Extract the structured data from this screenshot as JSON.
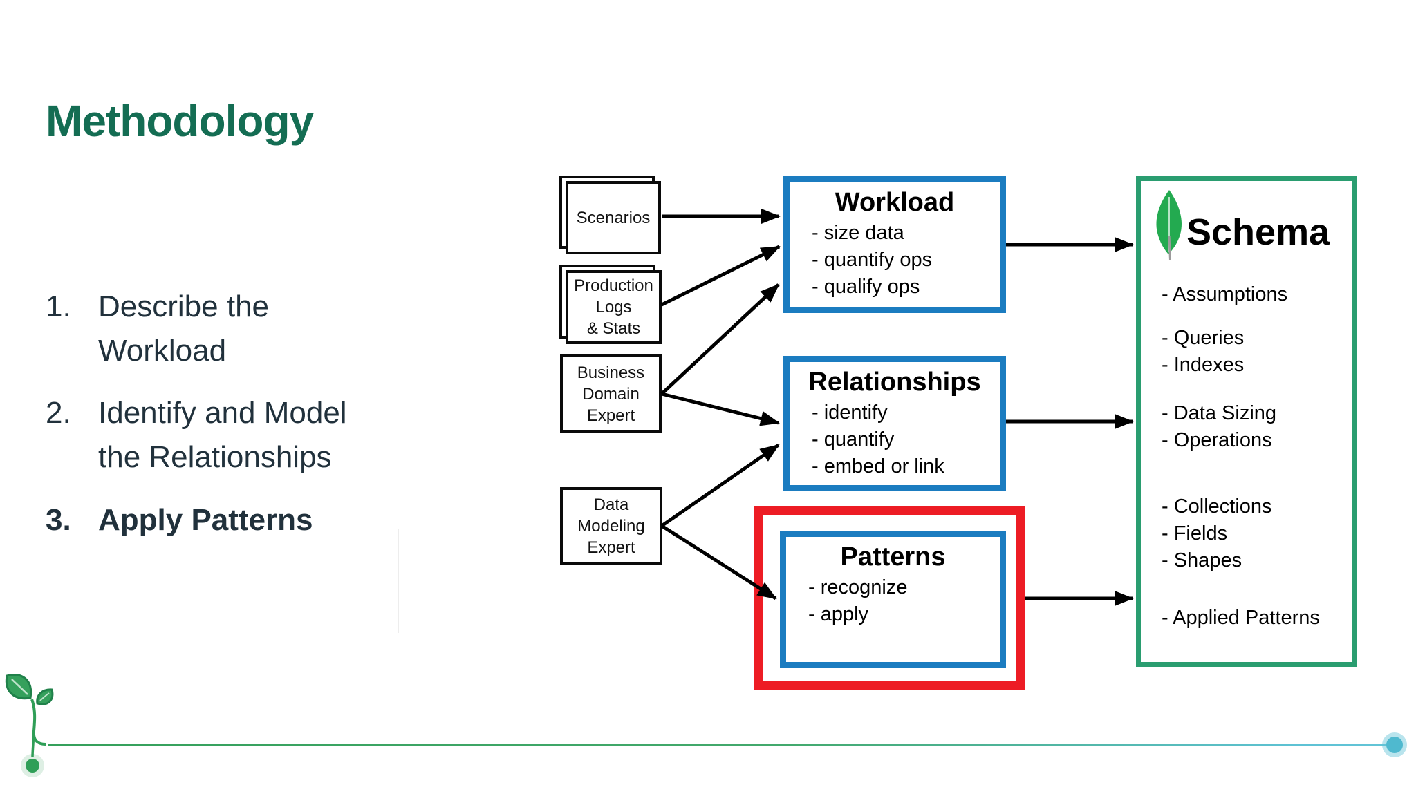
{
  "slide": {
    "title": "Methodology",
    "steps": [
      {
        "num": "1.",
        "lines": [
          "Describe the",
          "Workload"
        ]
      },
      {
        "num": "2.",
        "lines": [
          "Identify and Model",
          "the Relationships"
        ]
      },
      {
        "num": "3.",
        "lines": [
          "Apply Patterns"
        ]
      }
    ]
  },
  "diagram": {
    "inputs": {
      "scenarios": {
        "lines": [
          "Scenarios"
        ]
      },
      "production": {
        "lines": [
          "Production",
          "Logs",
          "& Stats"
        ]
      },
      "business": {
        "lines": [
          "Business",
          "Domain",
          "Expert"
        ]
      },
      "data_modeling": {
        "lines": [
          "Data",
          "Modeling",
          "Expert"
        ]
      }
    },
    "workload": {
      "title": "Workload",
      "items": [
        "- size data",
        "- quantify ops",
        "- qualify ops"
      ]
    },
    "relationships": {
      "title": "Relationships",
      "items": [
        "- identify",
        "- quantify",
        "- embed or link"
      ]
    },
    "patterns": {
      "title": "Patterns",
      "items": [
        "- recognize",
        "- apply"
      ],
      "highlighted": true
    },
    "schema": {
      "title": "Schema",
      "icon": "mongodb-leaf-icon",
      "groups": [
        [
          "- Assumptions"
        ],
        [
          "- Queries",
          "- Indexes"
        ],
        [
          "- Data Sizing",
          "- Operations"
        ],
        [
          "- Collections",
          "- Fields",
          "- Shapes"
        ],
        [
          "- Applied Patterns"
        ]
      ]
    }
  },
  "colors": {
    "title_green": "#146d53",
    "text_dark": "#21313c",
    "process_blue": "#1b7cc0",
    "highlight_red": "#ed1c24",
    "schema_green": "#2a9d70",
    "leaf_green": "#23aa50",
    "line_green": "#35a05b",
    "line_teal": "#63c4d6",
    "arrow_black": "#000000"
  }
}
